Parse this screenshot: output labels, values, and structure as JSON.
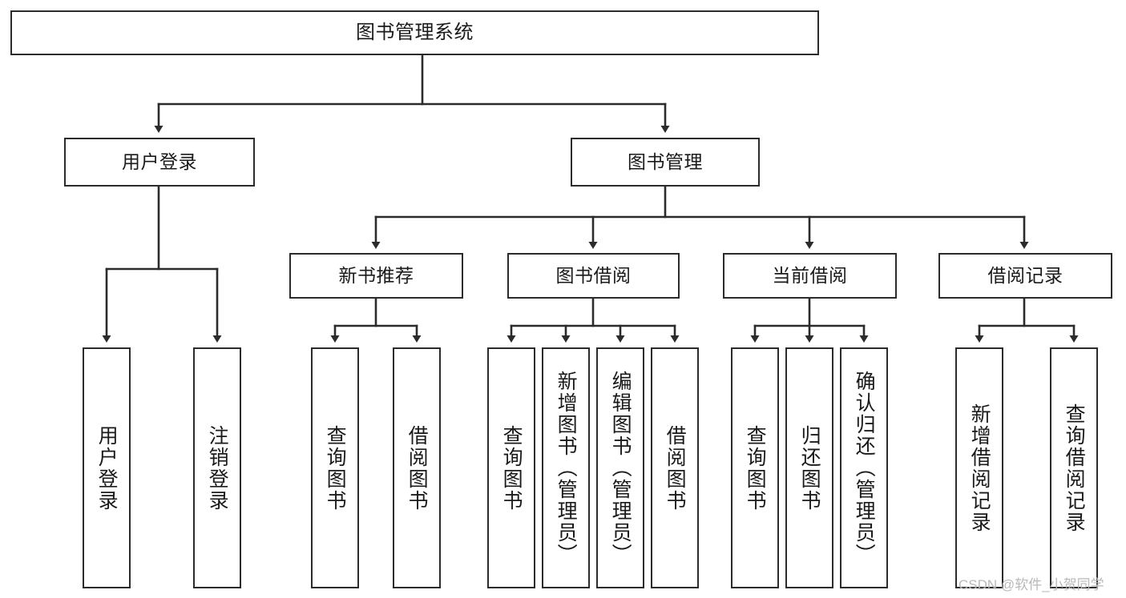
{
  "diagram": {
    "title": "图书管理系统",
    "type": "tree",
    "orientation": "top-down",
    "colors": {
      "box_border": "#2b2b2b",
      "box_fill": "#ffffff",
      "connector": "#2b2b2b",
      "text": "#1a1a1a",
      "watermark": "#b9b9b9",
      "background": "#ffffff"
    }
  },
  "root": {
    "label": "图书管理系统"
  },
  "level1": [
    {
      "label": "用户登录"
    },
    {
      "label": "图书管理"
    }
  ],
  "level2": [
    {
      "label": "新书推荐"
    },
    {
      "label": "图书借阅"
    },
    {
      "label": "当前借阅"
    },
    {
      "label": "借阅记录"
    }
  ],
  "leaves": {
    "user_login": [
      {
        "label": "用户登录"
      },
      {
        "label": "注销登录"
      }
    ],
    "new_book_recommend": [
      {
        "label": "查询图书"
      },
      {
        "label": "借阅图书"
      }
    ],
    "book_borrow": [
      {
        "label": "查询图书"
      },
      {
        "label": "新增图书（管理员）"
      },
      {
        "label": "编辑图书（管理员）"
      },
      {
        "label": "借阅图书"
      }
    ],
    "current_borrow": [
      {
        "label": "查询图书"
      },
      {
        "label": "归还图书"
      },
      {
        "label": "确认归还（管理员）"
      }
    ],
    "borrow_record": [
      {
        "label": "新增借阅记录"
      },
      {
        "label": "查询借阅记录"
      }
    ]
  },
  "watermark": {
    "text": "CSDN @软件_小贺同学"
  }
}
